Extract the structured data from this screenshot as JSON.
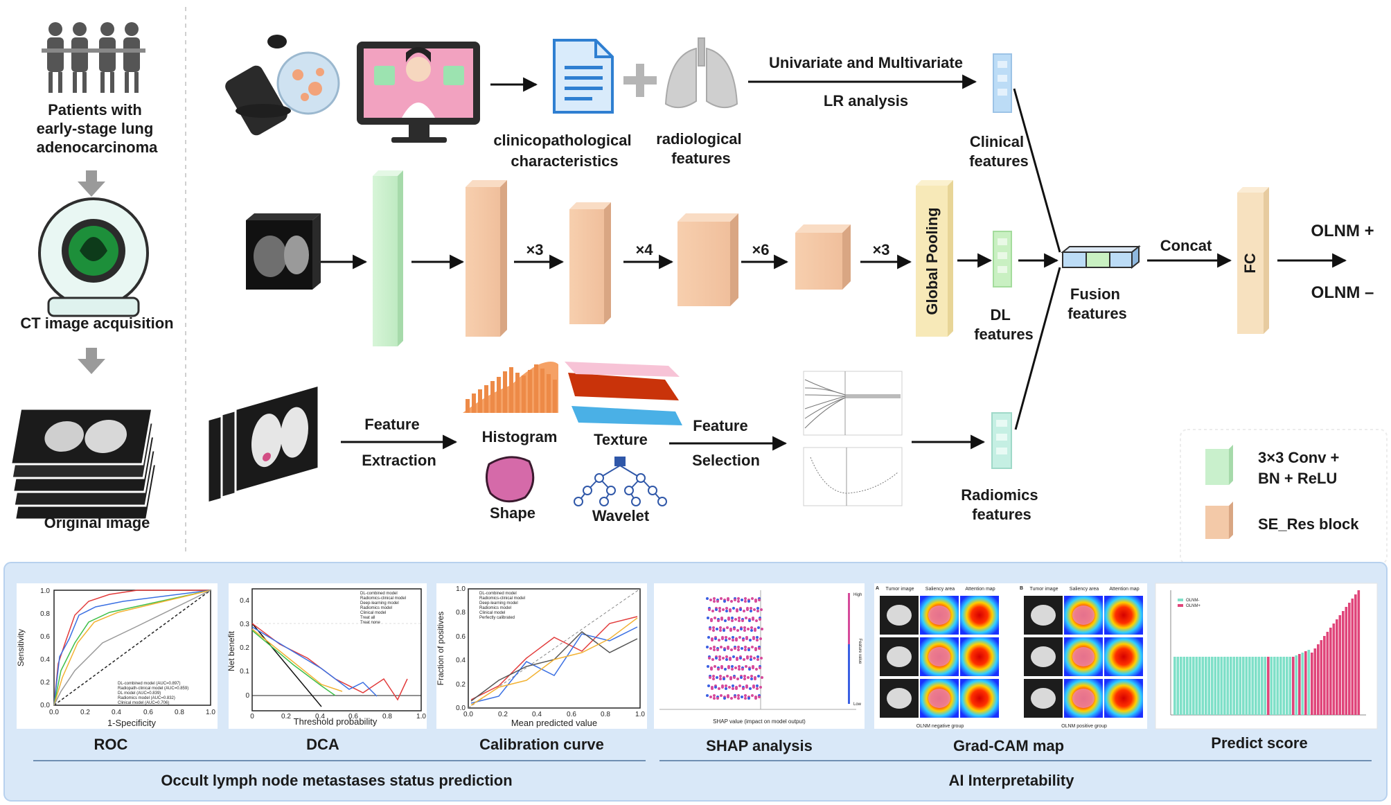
{
  "pipeline": {
    "patients_label": [
      "Patients with",
      "early-stage lung",
      "adenocarcinoma"
    ],
    "ct_acquisition": "CT image acquisition",
    "original_image": "Original image"
  },
  "clinical_row": {
    "clinicopathological": [
      "clinicopathological",
      "characteristics"
    ],
    "radiological": [
      "radiological",
      "features"
    ],
    "analysis_top": "Univariate and Multivariate",
    "analysis_bottom": "LR analysis",
    "output": [
      "Clinical",
      "features"
    ]
  },
  "dl_row": {
    "repeats": [
      "×3",
      "×4",
      "×6",
      "×3"
    ],
    "global_pooling": "Global Pooling",
    "output": [
      "DL",
      "features"
    ]
  },
  "radiomics_row": {
    "extraction": [
      "Feature",
      "Extraction"
    ],
    "feature_types": [
      "Histogram",
      "Texture",
      "Shape",
      "Wavelet"
    ],
    "selection": [
      "Feature",
      "Selection"
    ],
    "output": [
      "Radiomics",
      "features"
    ]
  },
  "fusion": {
    "label": [
      "Fusion",
      "features"
    ],
    "concat": "Concat",
    "fc": "FC",
    "outputs": [
      "OLNM +",
      "OLNM –"
    ]
  },
  "legend": [
    {
      "label": [
        "3×3 Conv +",
        "BN + ReLU"
      ],
      "color": "#c9f0cc"
    },
    {
      "label": [
        "SE_Res block"
      ],
      "color": "#f3c9a8"
    }
  ],
  "bottom_panels": {
    "roc": {
      "title": "ROC",
      "xlabel": "1-Specificity",
      "ylabel": "Sensitivity",
      "ticks": [
        "0.0",
        "0.2",
        "0.4",
        "0.6",
        "0.8",
        "1.0"
      ],
      "legend": [
        "DL-combined model (AUC=0.897)",
        "Radiopath-clinical model (AUC=0.859)",
        "DL model (AUC=0.839)",
        "Radiomics model (AUC=0.832)",
        "Clinical model (AUC=0.706)"
      ]
    },
    "dca": {
      "title": "DCA",
      "xlabel": "Threshold probability",
      "ylabel": "Net benefit",
      "yticks": [
        "0",
        "0.1",
        "0.2",
        "0.3",
        "0.4"
      ],
      "xticks": [
        "0",
        "0.2",
        "0.4",
        "0.6",
        "0.8",
        "1.0"
      ],
      "legend": [
        "DL-combined model",
        "Radiomics-clinical model",
        "Deep-learning model",
        "Radiomics model",
        "Clinical model",
        "Treat all",
        "Treat none"
      ]
    },
    "calibration": {
      "title": "Calibration curve",
      "xlabel": "Mean predicted value",
      "ylabel": "Fraction of positives",
      "ticks": [
        "0.0",
        "0.2",
        "0.4",
        "0.6",
        "0.8",
        "1.0"
      ],
      "legend": [
        "DL-combined model",
        "Radiomics-clinical model",
        "Deep-learning model",
        "Radiomics model",
        "Clinical model",
        "Perfectly calibrated"
      ]
    },
    "shap": {
      "title": "SHAP analysis",
      "xlabel": "SHAP value (impact on model output)",
      "colorbar": [
        "High",
        "Low"
      ],
      "feature_value": "Feature value"
    },
    "gradcam": {
      "title": "Grad-CAM map",
      "panel_letters": [
        "A",
        "B"
      ],
      "columns": [
        "Tumor image",
        "Saliency area",
        "Attention map"
      ],
      "groups": [
        "OLNM negative group",
        "OLNM positive group"
      ]
    },
    "predict": {
      "title": "Predict score",
      "legend": [
        "OLNM-",
        "OLNM+"
      ]
    }
  },
  "section_labels": {
    "left": "Occult lymph node metastases status prediction",
    "right": "AI Interpretability"
  }
}
